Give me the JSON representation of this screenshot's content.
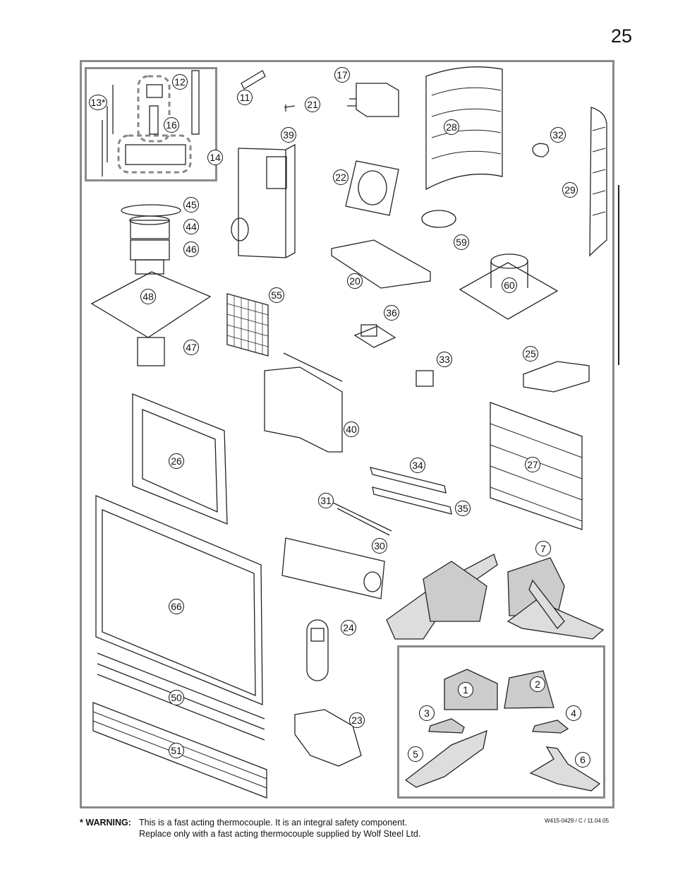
{
  "page_number": "25",
  "callouts": [
    {
      "label": "12"
    },
    {
      "label": "13*"
    },
    {
      "label": "16"
    },
    {
      "label": "14"
    },
    {
      "label": "11"
    },
    {
      "label": "21"
    },
    {
      "label": "17"
    },
    {
      "label": "28"
    },
    {
      "label": "32"
    },
    {
      "label": "29"
    },
    {
      "label": "39"
    },
    {
      "label": "22"
    },
    {
      "label": "45"
    },
    {
      "label": "44"
    },
    {
      "label": "46"
    },
    {
      "label": "59"
    },
    {
      "label": "48"
    },
    {
      "label": "20"
    },
    {
      "label": "60"
    },
    {
      "label": "55"
    },
    {
      "label": "36"
    },
    {
      "label": "47"
    },
    {
      "label": "33"
    },
    {
      "label": "25"
    },
    {
      "label": "40"
    },
    {
      "label": "26"
    },
    {
      "label": "34"
    },
    {
      "label": "27"
    },
    {
      "label": "31"
    },
    {
      "label": "35"
    },
    {
      "label": "30"
    },
    {
      "label": "7"
    },
    {
      "label": "66"
    },
    {
      "label": "24"
    },
    {
      "label": "50"
    },
    {
      "label": "1"
    },
    {
      "label": "2"
    },
    {
      "label": "23"
    },
    {
      "label": "3"
    },
    {
      "label": "4"
    },
    {
      "label": "51"
    },
    {
      "label": "5"
    },
    {
      "label": "6"
    }
  ],
  "warning": {
    "label": "* WARNING:",
    "line1": "This is a fast acting thermocouple. It is an integral safety component.",
    "line2": "Replace only with a fast acting thermocouple supplied by Wolf Steel Ltd."
  },
  "doc_ref": "W415-0429 / C / 11.04.05"
}
